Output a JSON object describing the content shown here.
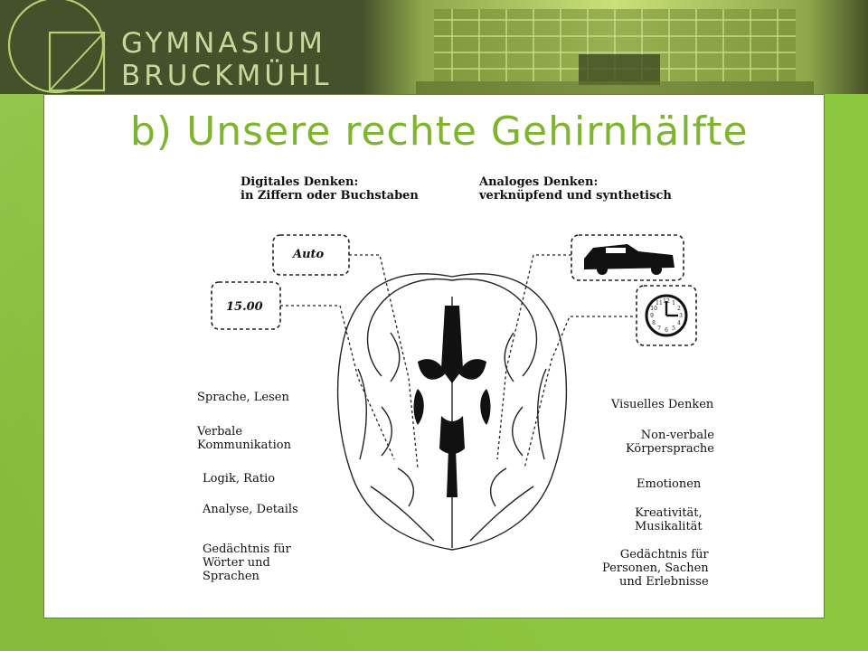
{
  "header": {
    "school_line1": "GYMNASIUM",
    "school_line2": "BRUCKMÜHL"
  },
  "slide": {
    "title": "b) Unsere rechte Gehirnhälfte"
  },
  "diagram": {
    "left_heading": "Digitales Denken:\nin Ziffern oder Buchstaben",
    "right_heading": "Analoges Denken:\nverknüpfend und synthetisch",
    "box_auto": "Auto",
    "box_time": "15.00",
    "left_items": [
      "Sprache, Lesen",
      "Verbale\nKommunikation",
      "Logik, Ratio",
      "Analyse, Details",
      "Gedächtnis für\nWörter und\nSprachen"
    ],
    "right_items": [
      "Visuelles Denken",
      "Non-verbale\nKörpersprache",
      "Emotionen",
      "Kreativität,\nMusikalität",
      "Gedächtnis für\nPersonen, Sachen\nund Erlebnisse"
    ],
    "clock_numbers": [
      "12",
      "1",
      "2",
      "3",
      "4",
      "5",
      "6",
      "7",
      "8",
      "9",
      "10",
      "11"
    ]
  },
  "colors": {
    "header_bg": "#45512a",
    "accent_green": "#8dc63f",
    "title_green": "#7fb52e"
  }
}
